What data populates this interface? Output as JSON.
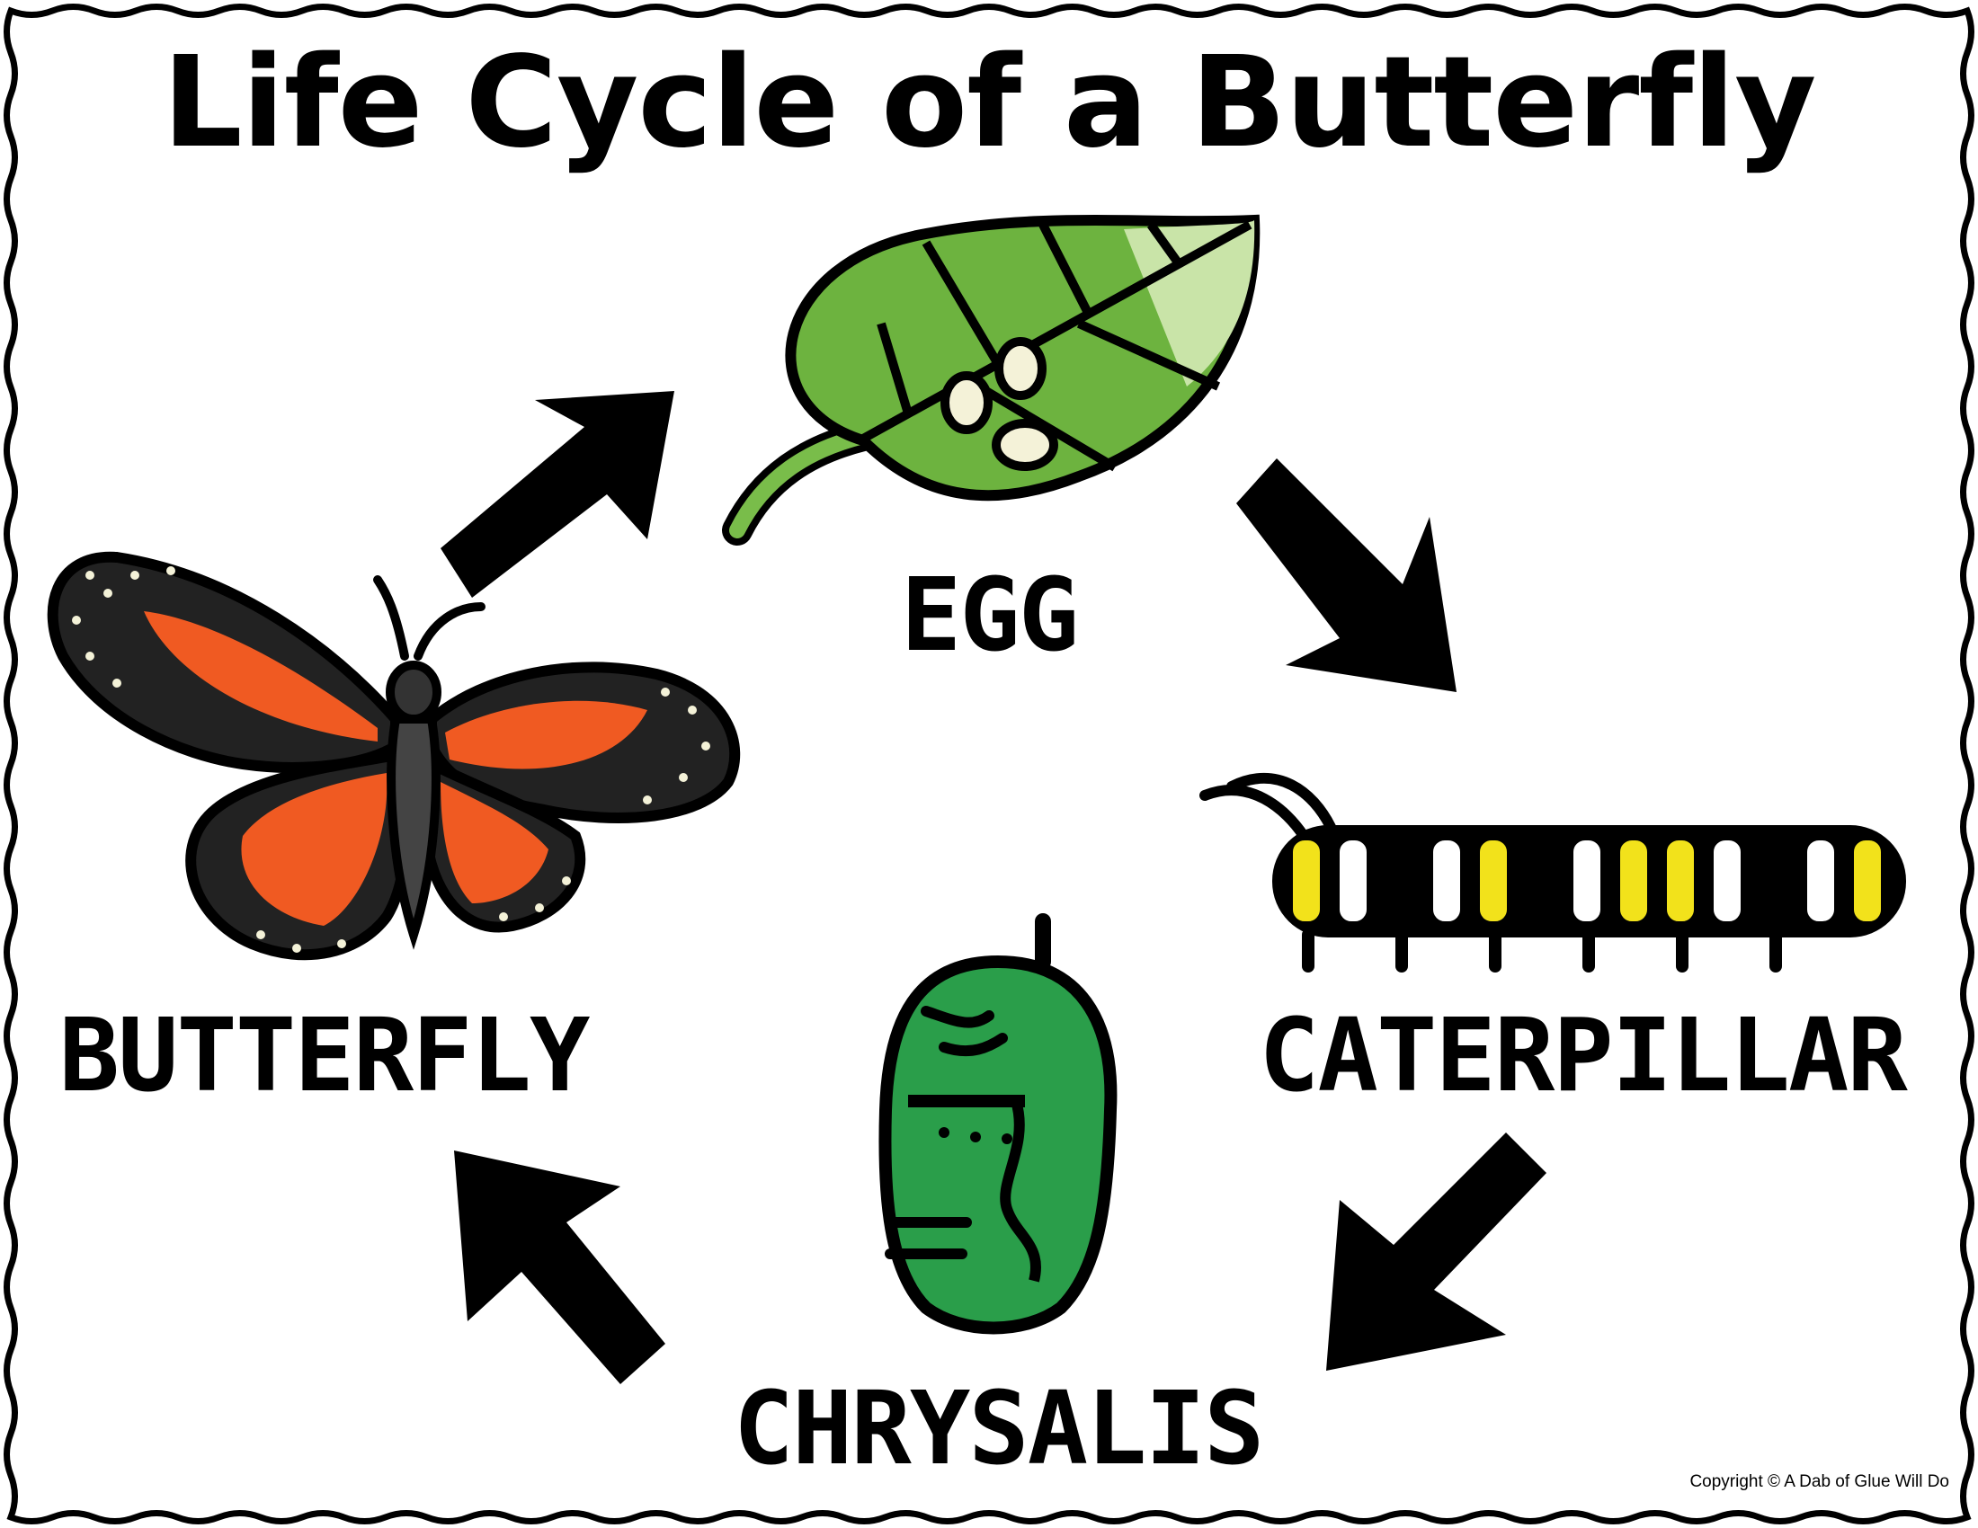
{
  "title": "Life Cycle of a Butterfly",
  "stages": {
    "egg": "EGG",
    "caterpillar": "CATERPILLAR",
    "chrysalis": "CHRYSALIS",
    "butterfly": "BUTTERFLY"
  },
  "copyright": "Copyright © A Dab of Glue Will Do",
  "colors": {
    "leaf": "#6db33f",
    "leaf_light": "#c9e4a8",
    "chrysalis": "#2a9e4a",
    "caterpillar_yellow": "#f2e21b",
    "butterfly_orange": "#f05a22",
    "outline": "#000000"
  }
}
